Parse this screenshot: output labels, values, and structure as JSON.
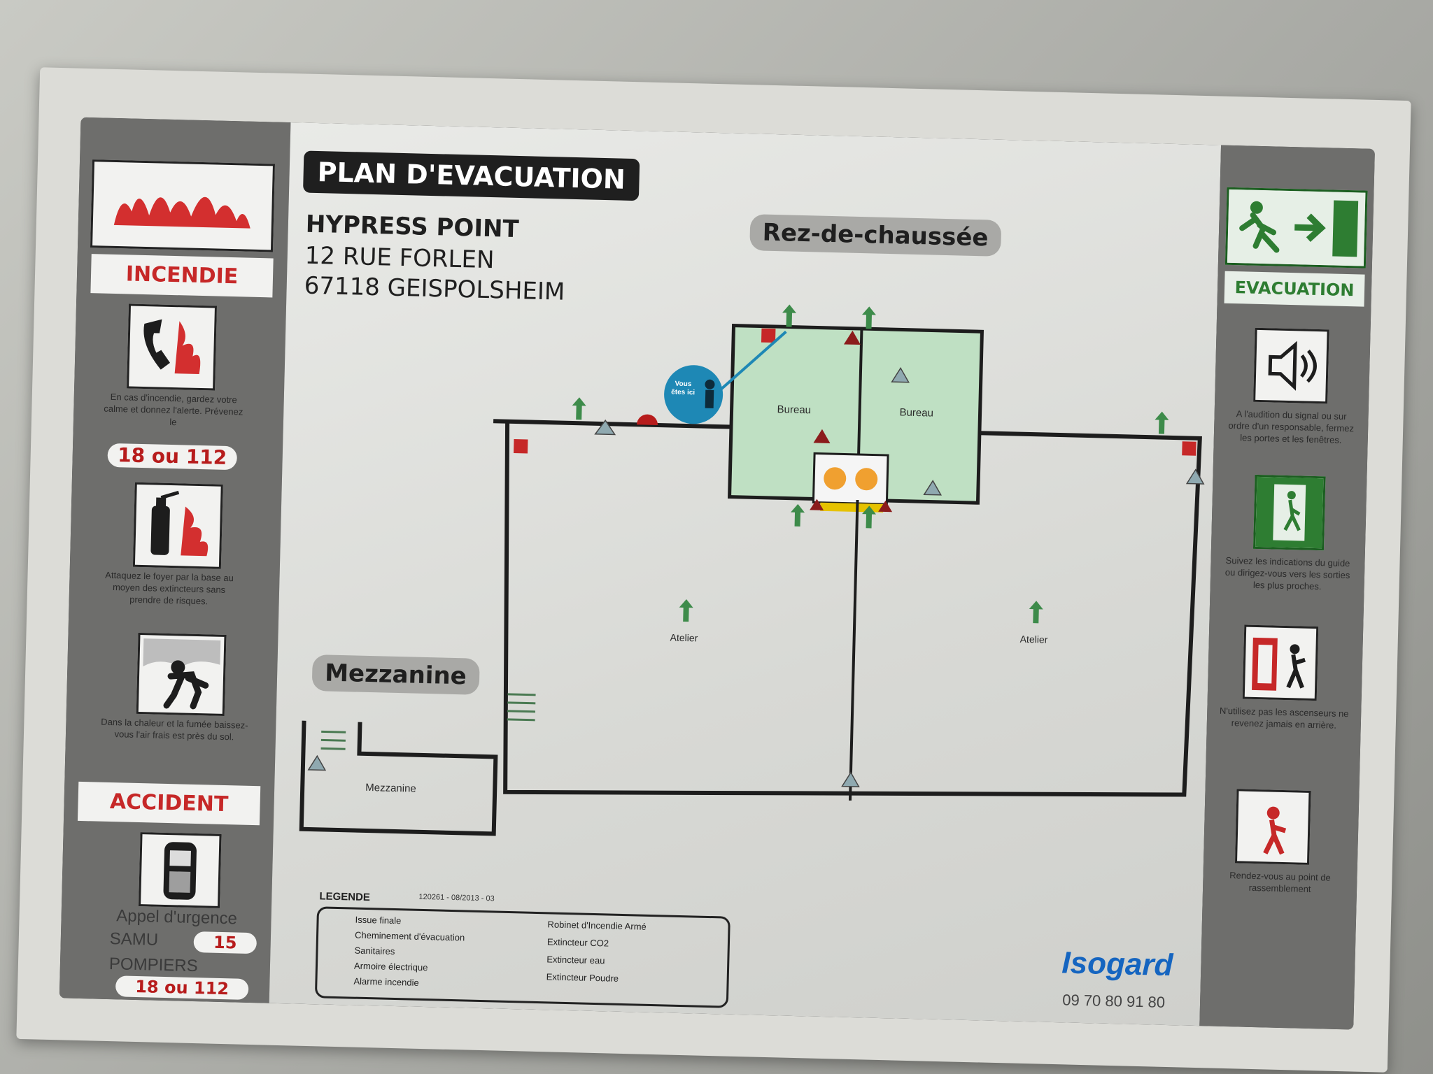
{
  "left_panel": {
    "fire_heading": "INCENDIE",
    "fire_text": "En cas d'incendie, gardez votre calme et donnez l'alerte. Prévenez le",
    "fire_number": "18 ou 112",
    "extinguisher_text": "Attaquez le foyer par la base au moyen des extincteurs sans prendre de risques.",
    "smoke_text": "Dans la chaleur et la fumée baissez-vous l'air frais est près du sol.",
    "accident_heading": "ACCIDENT",
    "emergency_text": "Appel d'urgence",
    "samu_label": "SAMU",
    "samu_number": "15",
    "pompiers_label": "POMPIERS",
    "pompiers_number": "18 ou 112"
  },
  "center": {
    "title": "PLAN D'EVACUATION",
    "company": "HYPRESS POINT",
    "street": "12 RUE FORLEN",
    "city": "67118 GEISPOLSHEIM",
    "ground_floor_label": "Rez-de-chaussée",
    "mezzanine_label": "Mezzanine",
    "you_are_here": "Vous êtes ici",
    "rooms": {
      "office_left": "Bureau",
      "office_right": "Bureau",
      "workshop_left": "Atelier",
      "workshop_right": "Atelier",
      "mezzanine_room": "Mezzanine"
    },
    "legend": {
      "title": "LEGENDE",
      "date": "120261 - 08/2013 - 03",
      "items_left": [
        "Issue finale",
        "Cheminement d'évacuation",
        "Sanitaires",
        "Armoire électrique",
        "Alarme incendie"
      ],
      "items_right": [
        "Robinet d'Incendie Armé",
        "Extincteur CO2",
        "Extincteur eau",
        "Extincteur Poudre"
      ]
    },
    "brand": "Isogard",
    "phone": "09 70 80 91 80"
  },
  "right_panel": {
    "evac_heading": "EVACUATION",
    "alarm_text": "A l'audition du signal ou sur ordre d'un responsable, fermez les portes et les fenêtres.",
    "follow_text": "Suivez les indications du guide ou dirigez-vous vers les sorties les plus proches.",
    "no_return_text": "N'utilisez pas les ascenseurs ne revenez jamais en arrière.",
    "assembly_text": "Rendez-vous au point de rassemblement"
  },
  "colors": {
    "fire_red": "#c62828",
    "evac_green": "#2e7d32",
    "office_green": "#bfe0c3",
    "brand_blue": "#1565c0",
    "marker_blue": "#1e88b5"
  }
}
